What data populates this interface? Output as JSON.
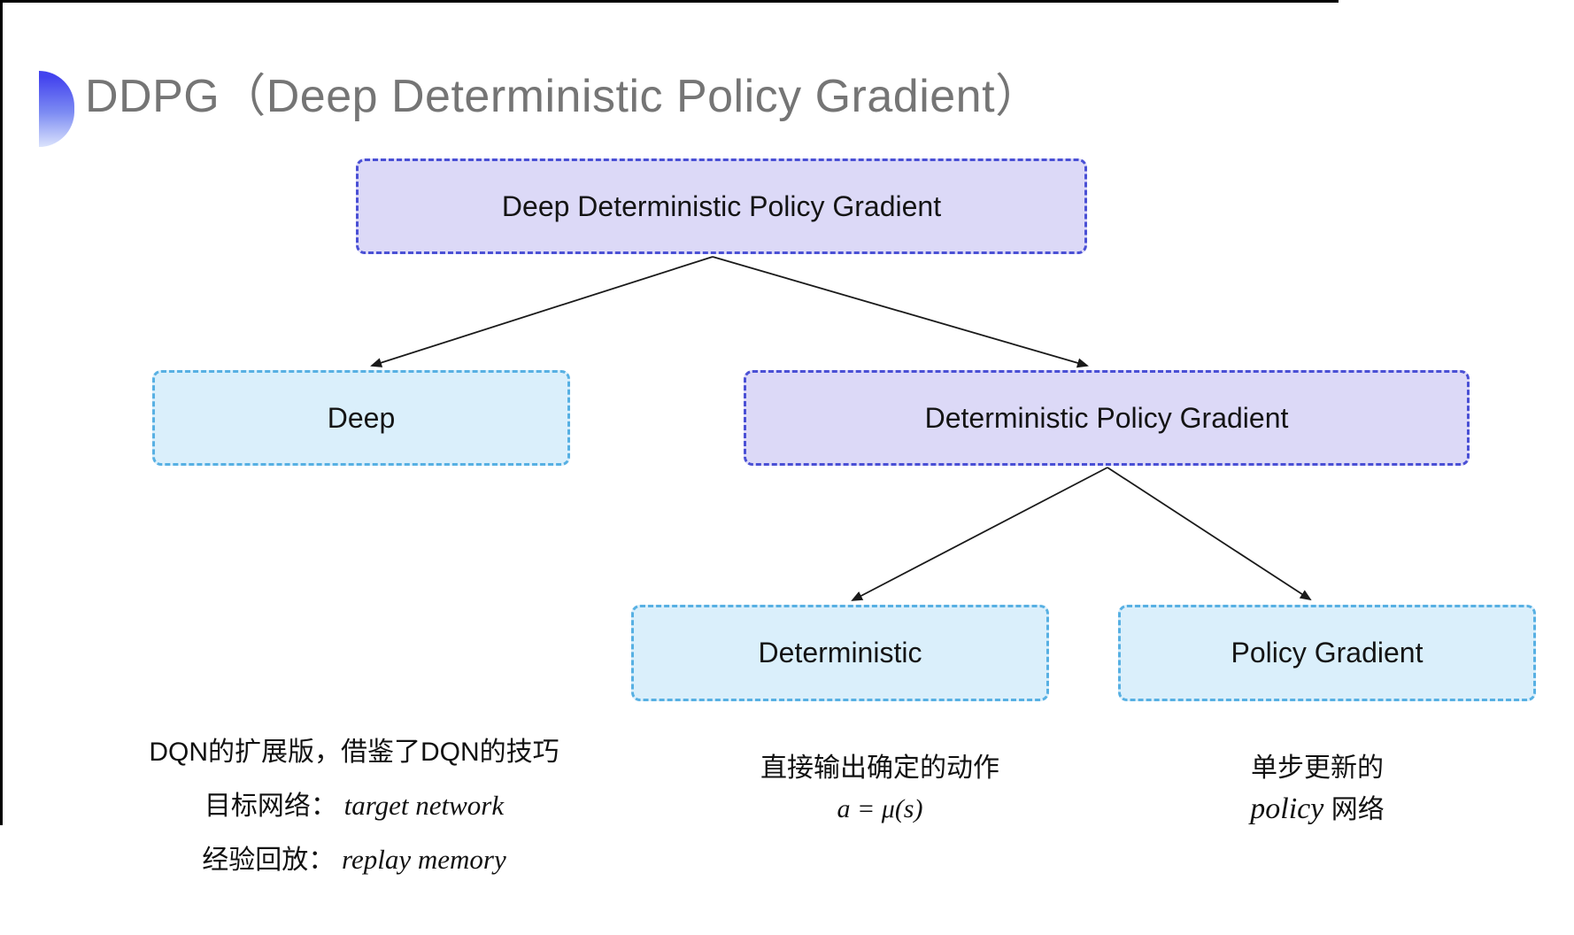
{
  "title": {
    "text": "DDPG（Deep Deterministic Policy Gradient）",
    "bullet_icon": "half-circle-bullet-icon"
  },
  "diagram": {
    "nodes": [
      {
        "id": "root",
        "label": "Deep Deterministic Policy Gradient",
        "variant": "purple"
      },
      {
        "id": "deep",
        "label": "Deep",
        "variant": "cyan"
      },
      {
        "id": "dpg",
        "label": "Deterministic Policy Gradient",
        "variant": "purple"
      },
      {
        "id": "deterministic",
        "label": "Deterministic",
        "variant": "cyan"
      },
      {
        "id": "policy-gradient",
        "label": "Policy Gradient",
        "variant": "cyan"
      }
    ],
    "edges": [
      [
        "root",
        "deep"
      ],
      [
        "root",
        "dpg"
      ],
      [
        "dpg",
        "deterministic"
      ],
      [
        "dpg",
        "policy-gradient"
      ]
    ],
    "colors": {
      "purple_fill": "#dcd9f7",
      "purple_border": "#4a50d5",
      "cyan_fill": "#daeffb",
      "cyan_border": "#57b0e3",
      "arrow": "#1a1a1a",
      "title_gray": "#757575",
      "bullet_blue": "#4343ee"
    }
  },
  "annotations": {
    "deep_note": {
      "line1": "DQN的扩展版，借鉴了DQN的技巧",
      "line2_cjk": "目标网络：",
      "line2_math": " target network",
      "line3_cjk": "经验回放：",
      "line3_math": " replay memory"
    },
    "deterministic_note": {
      "line1": "直接输出确定的动作",
      "line2_math": "a = μ(s)"
    },
    "policy_note": {
      "line1": "单步更新的",
      "line2_math": "policy",
      "line2_cjk": " 网络"
    }
  }
}
